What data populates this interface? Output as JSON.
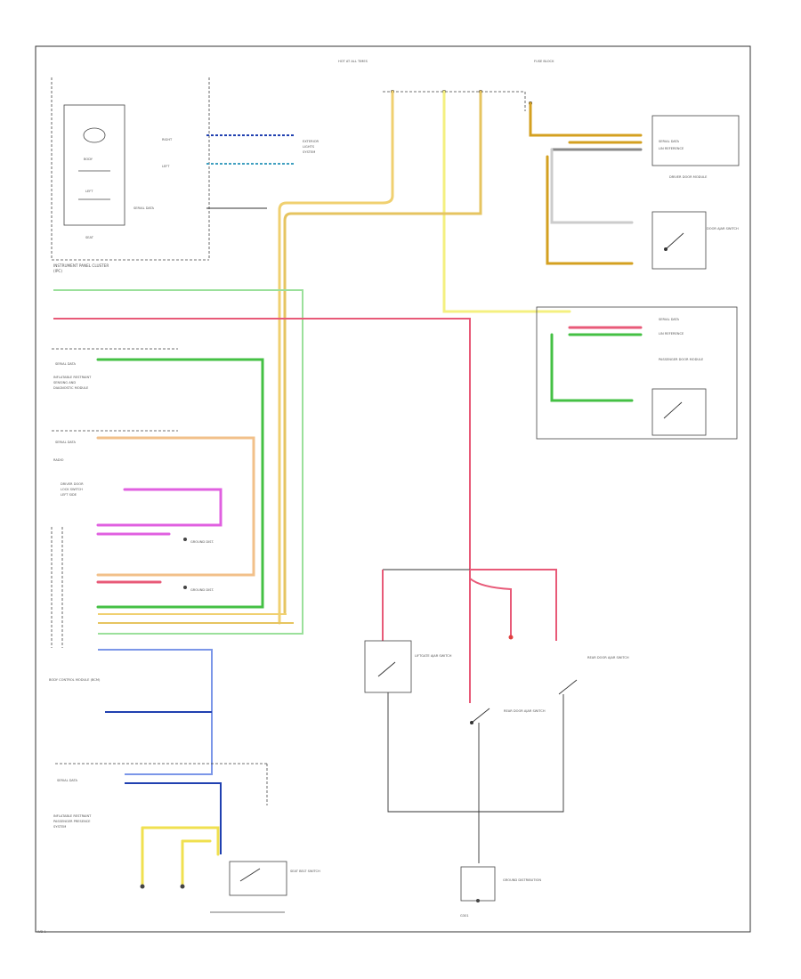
{
  "colors": {
    "yellow": "#f0d070",
    "orange": "#d4a020",
    "pink": "#e85a78",
    "green": "#44c044",
    "light_green": "#9be09b",
    "blue": "#7b96e8",
    "magenta": "#e060e0",
    "light_orange": "#f2c08a",
    "dark_blue": "#2040b0",
    "tan": "#e6c460",
    "light_yellow": "#f4f080",
    "red": "#e04040"
  },
  "labels": {
    "ipc": "INSTRUMENT PANEL CLUSTER",
    "ipc_sub": "(IPC)",
    "hot_at_all_times": "HOT AT ALL TIMES",
    "serial_data": "SERIAL DATA",
    "serial_data_lc": "SERIAL DATA",
    "lin_reference": "LIN REFERENCE",
    "door_ajar_switch": "DOOR AJAR SWITCH",
    "liftgate_ajar": "LIFTGATE AJAR SWITCH",
    "rear_door_ajar": "REAR DOOR AJAR SWITCH",
    "bcm": "BODY CONTROL MODULE (BCM)",
    "driver_door_module": "DRIVER DOOR MODULE",
    "passenger_door_module": "PASSENGER DOOR MODULE",
    "seatbelt_switch": "SEAT BELT SWITCH",
    "ground_dist": "GROUND DISTRIBUTION",
    "footer": "WD 1"
  }
}
